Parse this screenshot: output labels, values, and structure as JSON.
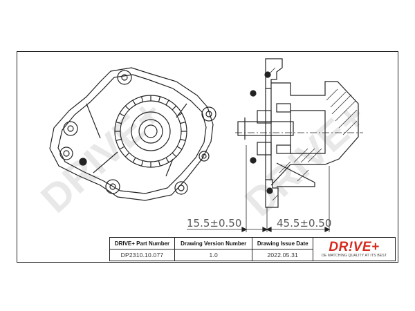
{
  "watermark": "DRIVE+",
  "dimensions": {
    "left": "15.5±0.50",
    "right": "45.5±0.50"
  },
  "title_block": {
    "col1_header": "DRIVE+ Part Number",
    "col1_value": "DP2310.10.077",
    "col2_header": "Drawing Version Number",
    "col2_value": "1.0",
    "col3_header": "Drawing Issue Date",
    "col3_value": "2022.05.31"
  },
  "logo": {
    "text": "DR!VE+",
    "tagline": "OE MATCHING QUALITY AT ITS BEST",
    "color": "#d62a1e"
  }
}
